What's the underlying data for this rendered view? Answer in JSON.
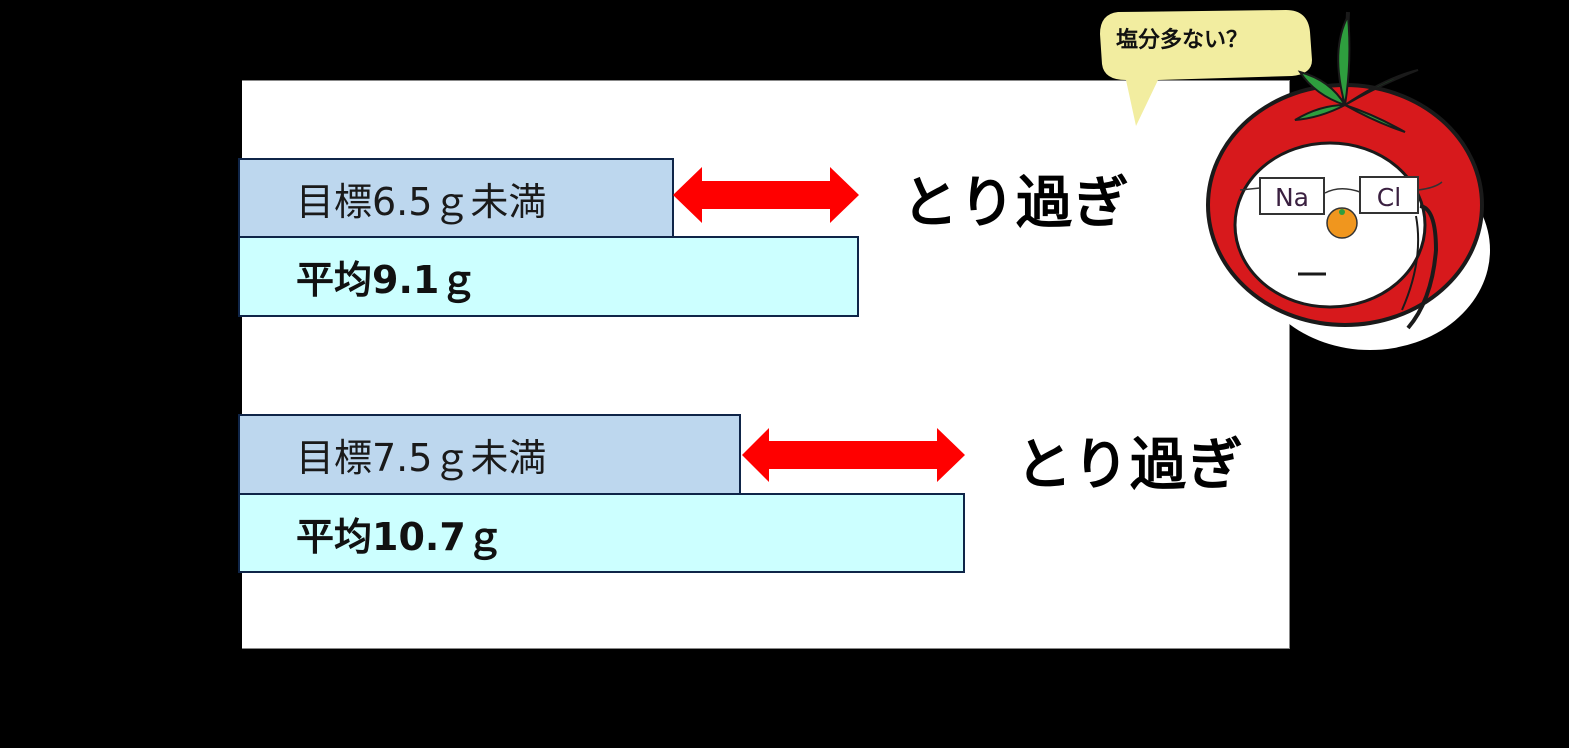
{
  "chart_data": {
    "type": "bar",
    "orientation": "horizontal",
    "title": "",
    "unit": "g",
    "groups": [
      {
        "target_label": "目標6.5ｇ未満",
        "target_value": 6.5,
        "average_label": "平均9.1ｇ",
        "average_value": 9.1,
        "annotation": "とり過ぎ"
      },
      {
        "target_label": "目標7.5ｇ未満",
        "target_value": 7.5,
        "average_label": "平均10.7ｇ",
        "average_value": 10.7,
        "annotation": "とり過ぎ"
      }
    ],
    "series": [
      {
        "name": "目標",
        "values": [
          6.5,
          7.5
        ],
        "color": "#bdd7ee"
      },
      {
        "name": "平均",
        "values": [
          9.1,
          10.7
        ],
        "color": "#ccffff"
      }
    ],
    "arrow_color": "#ff0000"
  },
  "rows": [
    {
      "target": "目標6.5ｇ未満",
      "average": "平均9.1ｇ",
      "excess": "とり過ぎ"
    },
    {
      "target": "目標7.5ｇ未満",
      "average": "平均10.7ｇ",
      "excess": "とり過ぎ"
    }
  ],
  "mascot": {
    "speech": "塩分多ない？",
    "left_lens": "Na",
    "right_lens": "Cl"
  },
  "colors": {
    "background": "#000000",
    "panel": "#ffffff",
    "target_bar": "#bdd7ee",
    "average_bar": "#ccffff",
    "bar_border": "#0f2548",
    "arrow": "#ff0000",
    "bubble": "#f2eda0",
    "tomato_red": "#d7191c",
    "leaf_green": "#2e9e3e",
    "nose_orange": "#f0961e"
  }
}
